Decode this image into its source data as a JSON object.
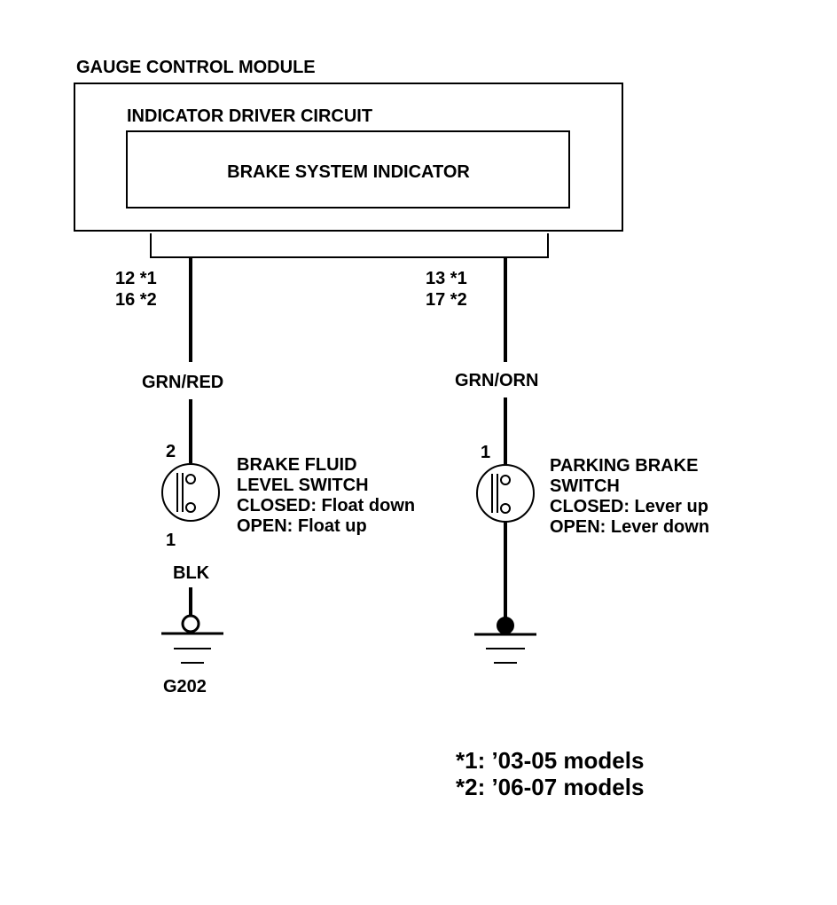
{
  "module": {
    "title": "GAUGE CONTROL MODULE",
    "circuit_label": "INDICATOR DRIVER CIRCUIT",
    "indicator_label": "BRAKE SYSTEM INDICATOR"
  },
  "left_branch": {
    "pin_line1": "12 *1",
    "pin_line2": "16 *2",
    "wire_color": "GRN/RED",
    "switch_pin_top": "2",
    "switch_pin_bottom": "1",
    "switch_name_line1": "BRAKE FLUID",
    "switch_name_line2": "LEVEL SWITCH",
    "switch_closed": "CLOSED: Float down",
    "switch_open": "OPEN: Float up",
    "ground_wire_color": "BLK",
    "ground_label": "G202"
  },
  "right_branch": {
    "pin_line1": "13 *1",
    "pin_line2": "17 *2",
    "wire_color": "GRN/ORN",
    "switch_pin_top": "1",
    "switch_name_line1": "PARKING BRAKE",
    "switch_name_line2": "SWITCH",
    "switch_closed": "CLOSED: Lever up",
    "switch_open": "OPEN: Lever down"
  },
  "notes": {
    "note1": "*1: ’03-05 models",
    "note2": "*2: ’06-07 models"
  }
}
